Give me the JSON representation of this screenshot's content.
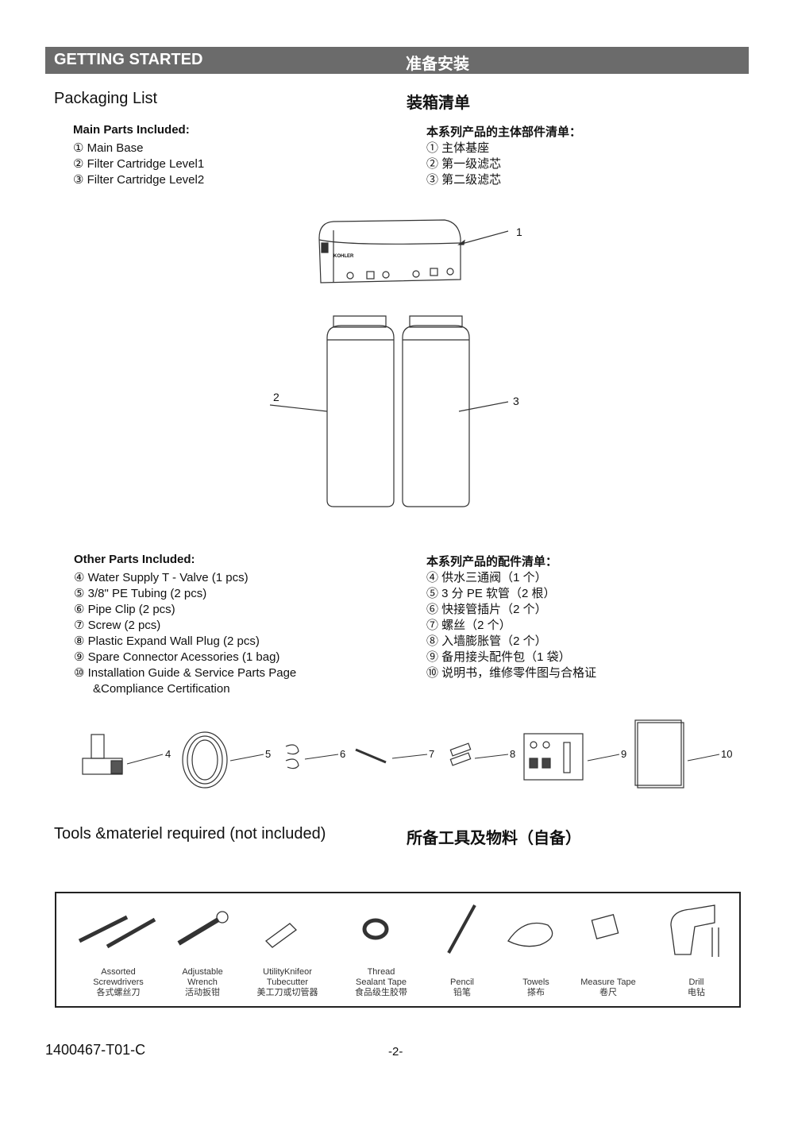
{
  "header": {
    "en": "GETTING STARTED",
    "zh": "准备安装"
  },
  "packaging": {
    "title_en": "Packaging List",
    "title_zh": "装箱清单"
  },
  "main_parts": {
    "heading_en": "Main Parts Included:",
    "heading_zh": "本系列产品的主体部件清单：",
    "items_en": [
      "① Main Base",
      "② Filter Cartridge Level1",
      "③ Filter Cartridge Level2"
    ],
    "items_zh": [
      "① 主体基座",
      "② 第一级滤芯",
      "③ 第二级滤芯"
    ]
  },
  "diagram": {
    "brand": "KOHLER",
    "callouts": [
      "1",
      "2",
      "3"
    ]
  },
  "other_parts": {
    "heading_en": "Other Parts Included:",
    "heading_zh": "本系列产品的配件清单：",
    "items_en": [
      "④ Water Supply T - Valve (1 pcs)",
      "⑤ 3/8\" PE Tubing (2 pcs)",
      "⑥ Pipe Clip (2 pcs)",
      "⑦ Screw (2 pcs)",
      "⑧ Plastic Expand Wall Plug (2 pcs)",
      "⑨ Spare Connector Acessories (1 bag)",
      "⑩ Installation Guide & Service Parts Page",
      "&Compliance Certification"
    ],
    "items_zh": [
      "④ 供水三通阀（1 个）",
      "⑤ 3 分 PE 软管（2 根）",
      "⑥ 快接管插片（2 个）",
      "⑦ 螺丝（2 个）",
      "⑧ 入墙膨胀管（2 个）",
      "⑨ 备用接头配件包（1 袋）",
      "⑩ 说明书，维修零件图与合格证"
    ]
  },
  "parts_callouts": [
    "4",
    "5",
    "6",
    "7",
    "8",
    "9",
    "10"
  ],
  "tools": {
    "title_en": "Tools &materiel required (not included)",
    "title_zh": "所备工具及物料（自备）",
    "items": [
      {
        "en": [
          "Assorted",
          "Screwdrivers"
        ],
        "zh": "各式螺丝刀"
      },
      {
        "en": [
          "Adjustable",
          "Wrench"
        ],
        "zh": "活动扳钳"
      },
      {
        "en": [
          "UtilityKnifeor",
          "Tubecutter"
        ],
        "zh": "美工刀或切管器"
      },
      {
        "en": [
          "Thread",
          "Sealant Tape"
        ],
        "zh": "食品级生胶带"
      },
      {
        "en": [
          "Pencil"
        ],
        "zh": "铅笔"
      },
      {
        "en": [
          "Towels"
        ],
        "zh": "搽布"
      },
      {
        "en": [
          "Measure Tape"
        ],
        "zh": "卷尺"
      },
      {
        "en": [
          "Drill"
        ],
        "zh": "电钻"
      }
    ]
  },
  "footer": {
    "doc_number": "1400467-T01-C",
    "page": "-2-"
  }
}
